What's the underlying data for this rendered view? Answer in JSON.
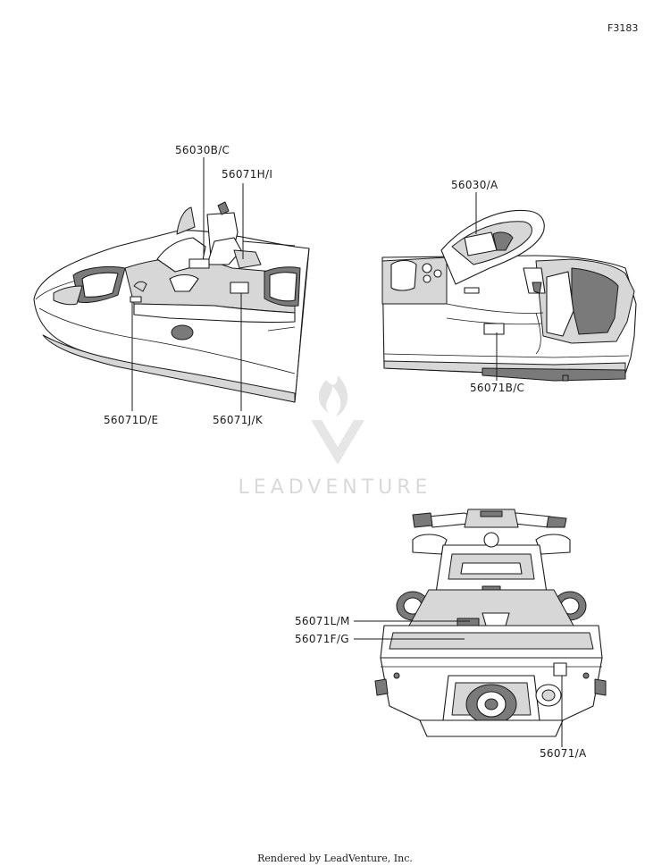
{
  "figure_id": "F3183",
  "callouts": {
    "front_top": "56030B/C",
    "front_top2": "56071H/I",
    "front_left_bottom": "56071D/E",
    "front_right_bottom": "56071J/K",
    "side_top": "56030/A",
    "side_bottom": "56071B/C",
    "rear_left1": "56071L/M",
    "rear_left2": "56071F/G",
    "rear_bottom": "56071/A"
  },
  "watermark": "LEADVENTURE",
  "footer": "Rendered by LeadVenture, Inc."
}
